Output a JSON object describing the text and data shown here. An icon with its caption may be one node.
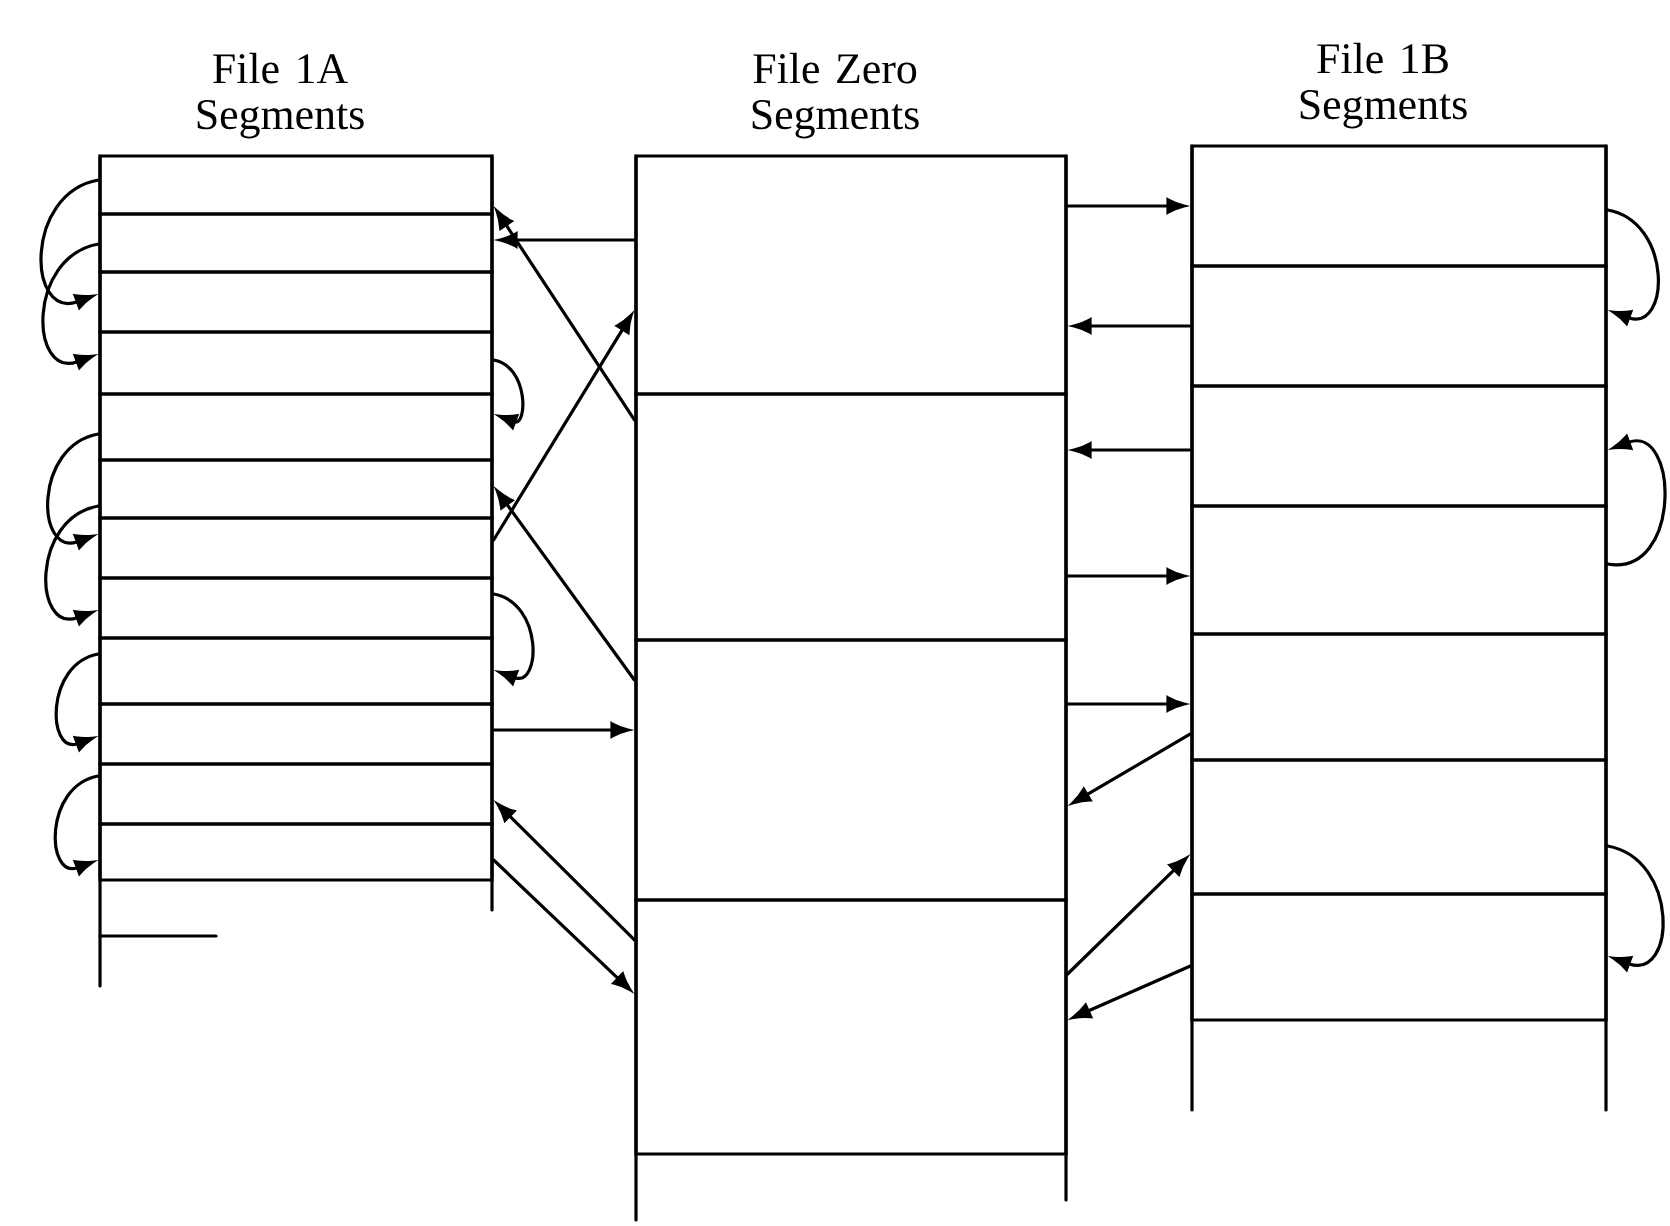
{
  "diagram": {
    "nodes": [
      {
        "text": [
          "File 1A Segments"
        ]
      },
      {
        "text": [],
        "shape": "box",
        "in": 0
      },
      {
        "text": [],
        "shape": "box",
        "in": 0
      },
      {
        "text": [],
        "shape": "box",
        "in": 0
      },
      {
        "text": [],
        "shape": "box",
        "in": 0
      },
      {
        "text": [],
        "shape": "box",
        "in": 0
      },
      {
        "text": [],
        "shape": "box",
        "in": 0
      },
      {
        "text": [],
        "shape": "box",
        "in": 0
      },
      {
        "text": [],
        "shape": "box",
        "in": 0
      },
      {
        "text": [],
        "shape": "box",
        "in": 0
      },
      {
        "text": [],
        "shape": "box",
        "in": 0
      },
      {
        "text": [],
        "shape": "box",
        "in": 0
      },
      {
        "text": [],
        "shape": "box",
        "in": 0
      },
      {
        "text": [
          "File Zero Segments"
        ]
      },
      {
        "text": [],
        "shape": "box",
        "in": 13
      },
      {
        "text": [],
        "shape": "box",
        "in": 13
      },
      {
        "text": [],
        "shape": "box",
        "in": 13
      },
      {
        "text": [],
        "shape": "box",
        "in": 13
      },
      {
        "text": [
          "File 1B Segments"
        ]
      },
      {
        "text": [],
        "shape": "box",
        "in": 18
      },
      {
        "text": [],
        "shape": "box",
        "in": 18
      },
      {
        "text": [],
        "shape": "box",
        "in": 18
      },
      {
        "text": [],
        "shape": "box",
        "in": 18
      },
      {
        "text": [],
        "shape": "box",
        "in": 18
      },
      {
        "text": [],
        "shape": "box",
        "in": 18
      },
      {
        "text": [],
        "shape": "box",
        "in": 18
      }
    ],
    "edges": [
      {
        "from": 1,
        "to": 3,
        "arrow": "to"
      },
      {
        "from": 2,
        "to": 4,
        "arrow": "to"
      },
      {
        "from": 5,
        "to": 7,
        "arrow": "to"
      },
      {
        "from": 6,
        "to": 8,
        "arrow": "to"
      },
      {
        "from": 9,
        "to": 10,
        "arrow": "to"
      },
      {
        "from": 11,
        "to": 12,
        "arrow": "to"
      },
      {
        "from": 4,
        "to": 5,
        "arrow": "to"
      },
      {
        "from": 8,
        "to": 9,
        "arrow": "to"
      },
      {
        "from": 15,
        "to": 1,
        "arrow": "to"
      },
      {
        "from": 14,
        "to": 2,
        "arrow": "to"
      },
      {
        "from": 7,
        "to": 14,
        "arrow": "to"
      },
      {
        "from": 16,
        "to": 6,
        "arrow": "to"
      },
      {
        "from": 10,
        "to": 16,
        "arrow": "to"
      },
      {
        "from": 17,
        "to": 11,
        "arrow": "to"
      },
      {
        "from": 12,
        "to": 17,
        "arrow": "to"
      },
      {
        "from": 14,
        "to": 19,
        "arrow": "to"
      },
      {
        "from": 20,
        "to": 14,
        "arrow": "to"
      },
      {
        "from": 21,
        "to": 15,
        "arrow": "to"
      },
      {
        "from": 15,
        "to": 22,
        "arrow": "to"
      },
      {
        "from": 16,
        "to": 23,
        "arrow": "to"
      },
      {
        "from": 23,
        "to": 16,
        "arrow": "to"
      },
      {
        "from": 17,
        "to": 24,
        "arrow": "to"
      },
      {
        "from": 25,
        "to": 17,
        "arrow": "to"
      },
      {
        "from": 19,
        "to": 20,
        "arrow": "to"
      },
      {
        "from": 22,
        "to": 21,
        "arrow": "to"
      },
      {
        "from": 24,
        "to": 25,
        "arrow": "to"
      }
    ]
  }
}
